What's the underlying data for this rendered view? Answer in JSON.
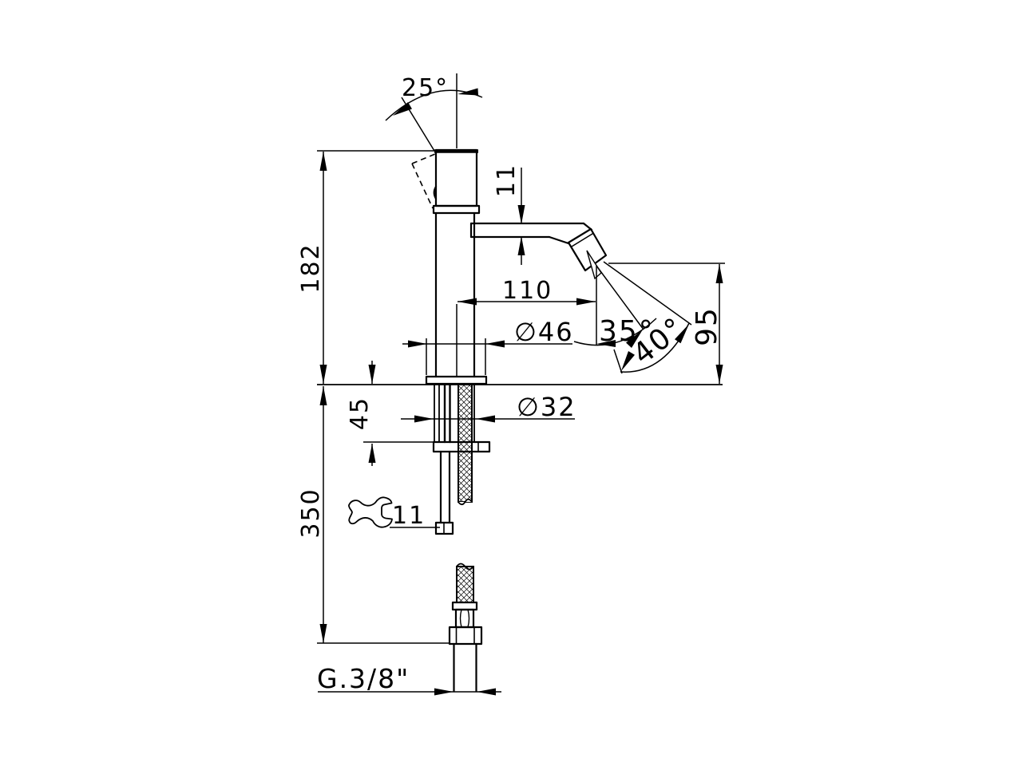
{
  "drawing": {
    "type": "technical-dimension-drawing",
    "subject": "single-lever basin mixer tap, side elevation with installation dimensions",
    "background_color": "#ffffff",
    "line_color": "#000000",
    "labels": {
      "handle_swing_angle": "25°",
      "spout_section_height": "11",
      "spout_height_above_deck": "182",
      "spout_reach": "110",
      "base_diameter": "∅46",
      "jet_angle_min": "35°",
      "jet_angle_max": "40°",
      "outlet_height_above_deck": "95",
      "max_deck_thickness": "45",
      "tail_hole_diameter": "∅32",
      "under_deck_length": "350",
      "wrench_size": "11",
      "supply_connection": "G.3/8\""
    }
  }
}
